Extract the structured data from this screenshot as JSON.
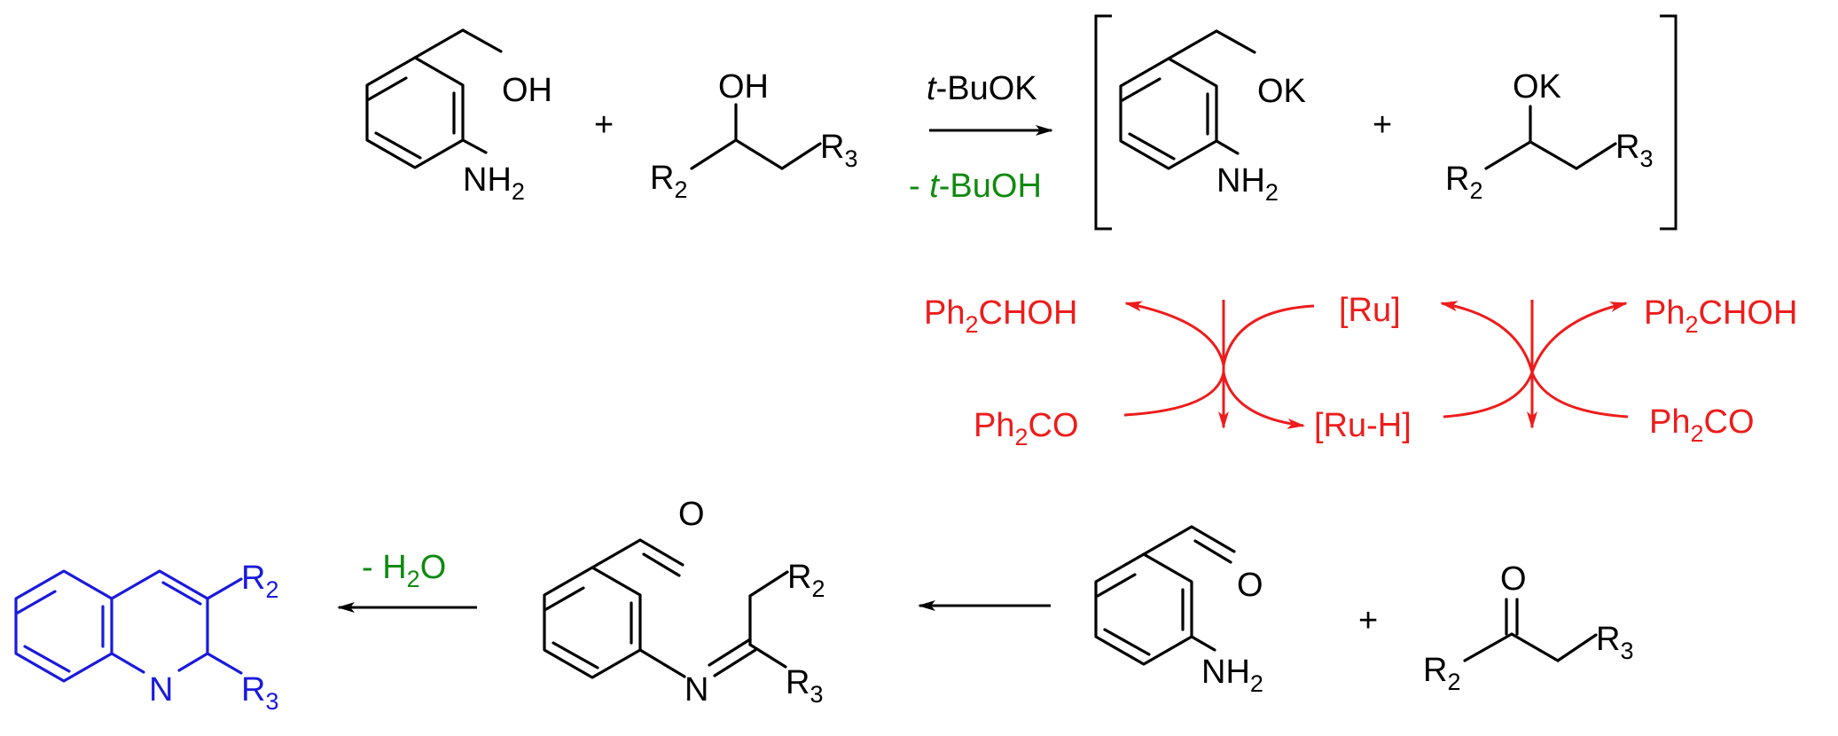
{
  "colors": {
    "black": "#000000",
    "red": "#ee1c1c",
    "green": "#108a10",
    "blue": "#1a1adc"
  },
  "reactants": {
    "aminobenzyl_alcohol": {
      "oh": "OH",
      "nh2_base": "NH",
      "nh2_sub": "2"
    },
    "plus": "+",
    "secondary_alcohol": {
      "oh": "OH",
      "r2_base": "R",
      "r2_sub": "2",
      "r3_base": "R",
      "r3_sub": "3"
    }
  },
  "step1": {
    "reagent_prefix": "t",
    "reagent_suffix": "-BuOK",
    "byproduct_prefix": "- ",
    "byproduct_italic": "t",
    "byproduct_suffix": "-BuOH"
  },
  "alkoxides": {
    "ok1": "OK",
    "nh2_base": "NH",
    "nh2_sub": "2",
    "plus": "+",
    "ok2": "OK",
    "r2_base": "R",
    "r2_sub": "2",
    "r3_base": "R",
    "r3_sub": "3"
  },
  "catalytic_cycle": {
    "ru": "[Ru]",
    "ru_h": "[Ru-H]",
    "left_top": {
      "base": "Ph",
      "sub": "2",
      "rest": "CHOH"
    },
    "left_bottom": {
      "base": "Ph",
      "sub": "2",
      "rest": "CO"
    },
    "right_top": {
      "base": "Ph",
      "sub": "2",
      "rest": "CHOH"
    },
    "right_bottom": {
      "base": "Ph",
      "sub": "2",
      "rest": "CO"
    }
  },
  "carbonyls": {
    "aldehyde": {
      "o": "O",
      "nh2_base": "NH",
      "nh2_sub": "2"
    },
    "plus": "+",
    "ketone": {
      "o": "O",
      "r2_base": "R",
      "r2_sub": "2",
      "r3_base": "R",
      "r3_sub": "3"
    }
  },
  "imine": {
    "o": "O",
    "n": "N",
    "r2_base": "R",
    "r2_sub": "2",
    "r3_base": "R",
    "r3_sub": "3"
  },
  "condensation": {
    "prefix": "- H",
    "sub": "2",
    "suffix": "O"
  },
  "product": {
    "n": "N",
    "r2_base": "R",
    "r2_sub": "2",
    "r3_base": "R",
    "r3_sub": "3"
  }
}
